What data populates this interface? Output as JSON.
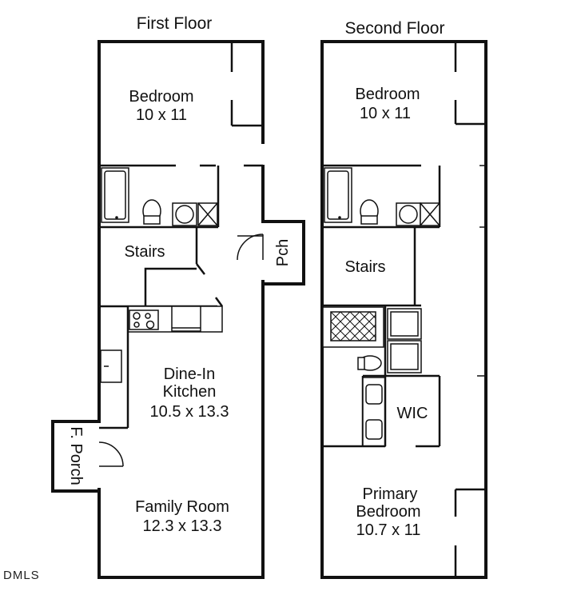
{
  "floors": {
    "first": {
      "title": "First Floor",
      "rooms": {
        "bedroom": {
          "name": "Bedroom",
          "dims": "10 x 11"
        },
        "stairs": {
          "name": "Stairs"
        },
        "porch": {
          "name": "Pch"
        },
        "kitchen": {
          "name1": "Dine-In",
          "name2": "Kitchen",
          "dims": "10.5 x 13.3"
        },
        "front_porch": {
          "name": "F. Porch"
        },
        "family": {
          "name": "Family Room",
          "dims": "12.3 x 13.3"
        }
      }
    },
    "second": {
      "title": "Second Floor",
      "rooms": {
        "bedroom": {
          "name": "Bedroom",
          "dims": "10 x 11"
        },
        "stairs": {
          "name": "Stairs"
        },
        "wic": {
          "name": "WIC"
        },
        "primary": {
          "name1": "Primary",
          "name2": "Bedroom",
          "dims": "10.7 x 11"
        }
      }
    }
  },
  "watermark": "DMLS"
}
